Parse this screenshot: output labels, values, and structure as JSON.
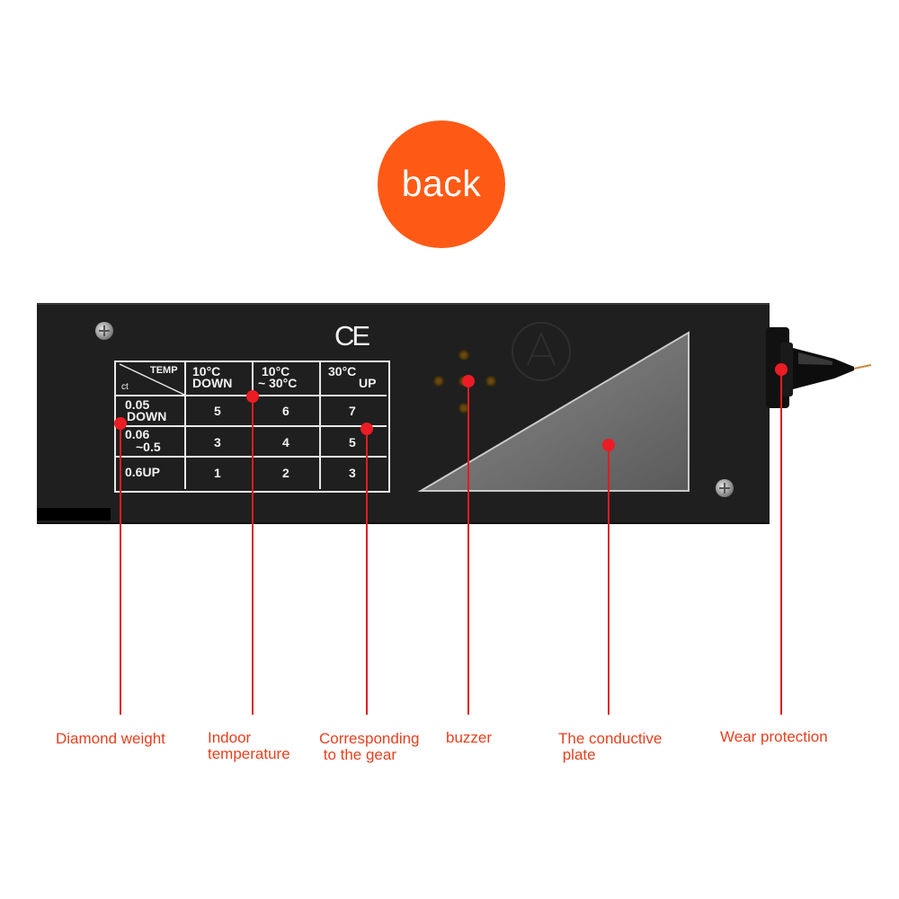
{
  "badge": {
    "text": "back",
    "color": "#fe5a16"
  },
  "device": {
    "ce_mark": "CE",
    "table": {
      "corner_top": "TEMP",
      "corner_bottom": "ct",
      "col_headers": [
        {
          "line1": "10°C",
          "line2": "DOWN"
        },
        {
          "line1": "10°C",
          "line2": "~ 30°C"
        },
        {
          "line1": "30°C",
          "line2": "UP"
        }
      ],
      "row_headers": [
        {
          "line1": "0.05",
          "line2": "DOWN"
        },
        {
          "line1": "0.06",
          "line2": "~0.5"
        },
        {
          "line1": "0.6UP",
          "line2": ""
        }
      ],
      "cells": [
        [
          "5",
          "6",
          "7"
        ],
        [
          "3",
          "4",
          "5"
        ],
        [
          "1",
          "2",
          "3"
        ]
      ]
    },
    "body_color": "#1f1f1f",
    "plate_color": "#6f6f6f"
  },
  "callouts": [
    {
      "label": "Diamond weight",
      "icon": "red-dot"
    },
    {
      "label": "Indoor\ntemperature",
      "icon": "red-dot"
    },
    {
      "label": "Corresponding\n to the gear",
      "icon": "red-dot"
    },
    {
      "label": "buzzer",
      "icon": "red-dot"
    },
    {
      "label": "The conductive\n plate",
      "icon": "red-dot"
    },
    {
      "label": "Wear protection",
      "icon": "red-dot"
    }
  ],
  "accent_color": "#e8401e"
}
